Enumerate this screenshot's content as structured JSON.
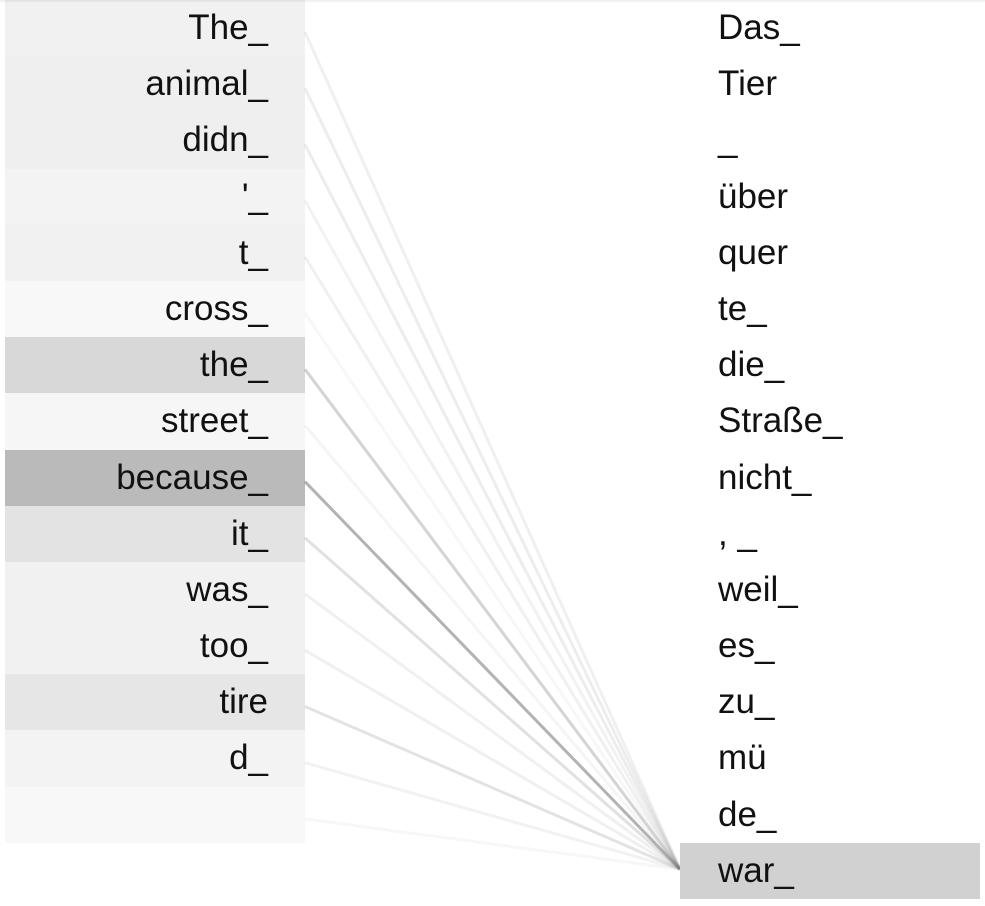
{
  "source_tokens": [
    {
      "text": "The_",
      "weight": 0.06
    },
    {
      "text": "animal_",
      "weight": 0.07
    },
    {
      "text": "didn_",
      "weight": 0.07
    },
    {
      "text": "'_",
      "weight": 0.05
    },
    {
      "text": "t_",
      "weight": 0.06
    },
    {
      "text": "cross_",
      "weight": 0.03
    },
    {
      "text": "the_",
      "weight": 0.17
    },
    {
      "text": "street_",
      "weight": 0.04
    },
    {
      "text": "because_",
      "weight": 0.3
    },
    {
      "text": "it_",
      "weight": 0.12
    },
    {
      "text": "was_",
      "weight": 0.06
    },
    {
      "text": "too_",
      "weight": 0.06
    },
    {
      "text": "tire",
      "weight": 0.11
    },
    {
      "text": "d_",
      "weight": 0.05
    },
    {
      "text": "",
      "weight": 0.03
    }
  ],
  "target_tokens": [
    {
      "text": "Das_"
    },
    {
      "text": "Tier"
    },
    {
      "text": "_"
    },
    {
      "text": "über"
    },
    {
      "text": "quer"
    },
    {
      "text": "te_"
    },
    {
      "text": "die_"
    },
    {
      "text": "Straße_"
    },
    {
      "text": "nicht_"
    },
    {
      "text": ", _"
    },
    {
      "text": "weil_"
    },
    {
      "text": "es_"
    },
    {
      "text": "zu_"
    },
    {
      "text": "mü"
    },
    {
      "text": "de_"
    },
    {
      "text": "war_"
    }
  ],
  "selected_target_index": 15,
  "colors": {
    "highlight": "#d1d1d1",
    "link": "#7a7a7a"
  }
}
